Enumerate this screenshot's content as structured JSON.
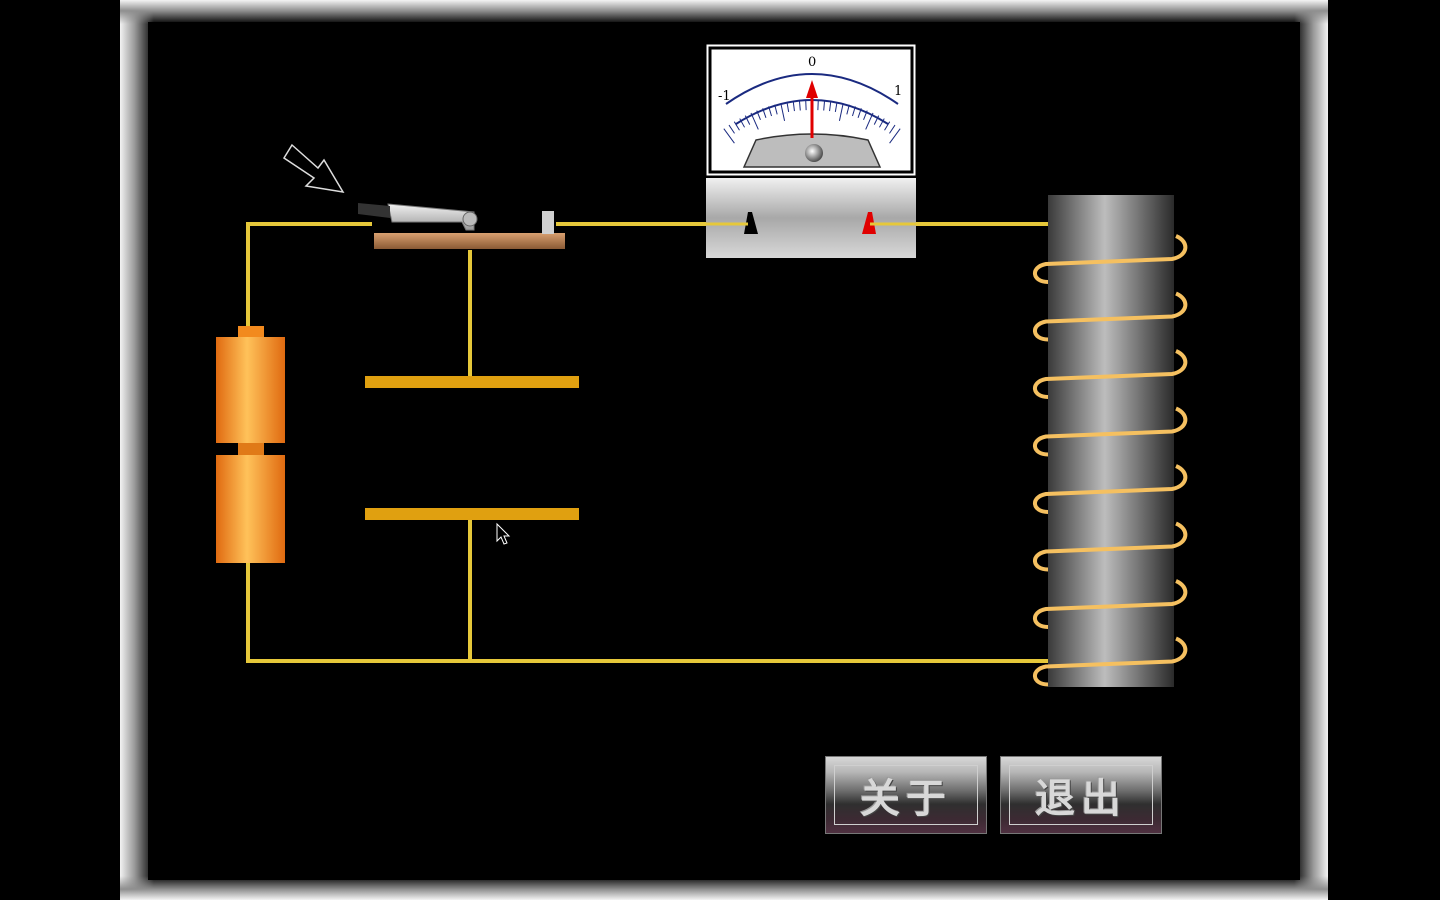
{
  "meter": {
    "scale_left": "-1",
    "scale_center": "0",
    "scale_right": "1",
    "needle_value": 0
  },
  "buttons": {
    "about_label": "关于",
    "exit_label": "退出"
  },
  "colors": {
    "wire": "#e6c83a",
    "plate": "#e0a010",
    "battery": "#f28a1e",
    "coil": "#f5c060",
    "needle": "#e00000",
    "meter_scale": "#1a2a80"
  }
}
